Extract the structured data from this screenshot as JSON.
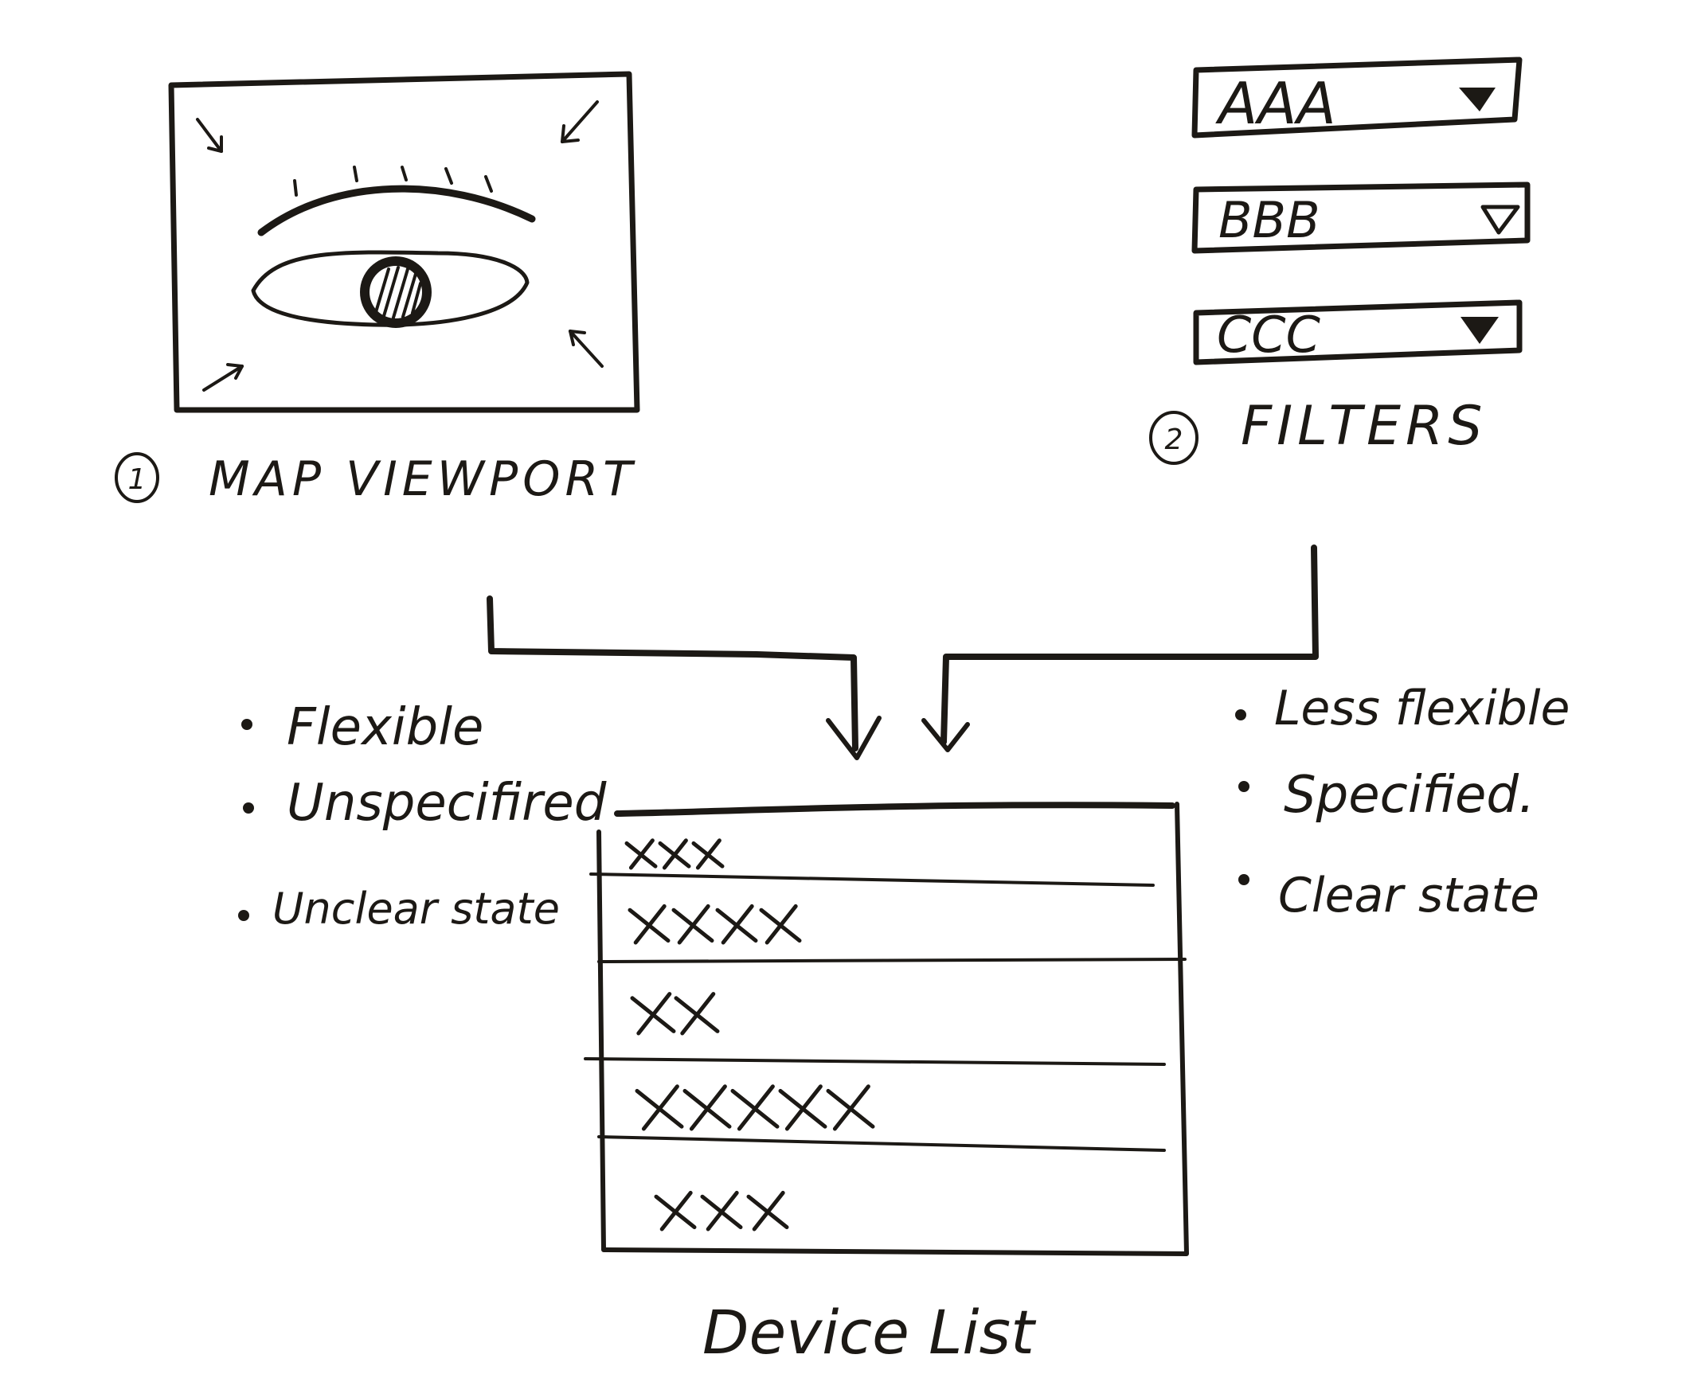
{
  "map_viewport": {
    "number": "1",
    "label": "MAP VIEWPORT"
  },
  "filters": {
    "number": "2",
    "label": "FILTERS",
    "dropdowns": [
      "AAA",
      "BBB",
      "CCC"
    ]
  },
  "map_side_notes": [
    "Flexible",
    "Unspecifired",
    "Unclear state"
  ],
  "filter_side_notes": [
    "Less flexible",
    "Specified.",
    "Clear state"
  ],
  "device_list": {
    "label": "Device List",
    "rows": [
      "xxx",
      "xxxx",
      "xx",
      "xxxxx",
      "xxx"
    ]
  }
}
